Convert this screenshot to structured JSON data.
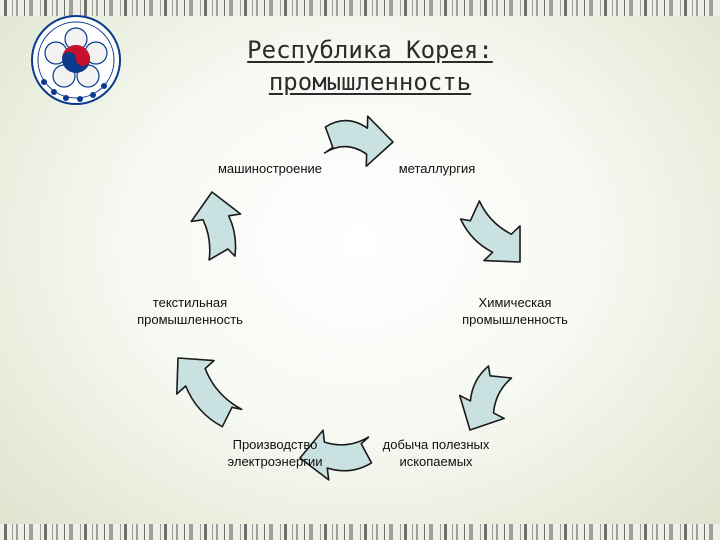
{
  "title": {
    "line1": "Республика Корея:",
    "line2": "промышленность"
  },
  "nodes": [
    {
      "id": "mashinostroenie",
      "label": "машиностроение"
    },
    {
      "id": "metallurgiya",
      "label": "металлургия"
    },
    {
      "id": "khimicheskaya",
      "label": "Химическая промышленность"
    },
    {
      "id": "dobycha",
      "label": "добыча полезных ископаемых"
    },
    {
      "id": "proizvodstvo",
      "label": "Производство электроэнергии"
    },
    {
      "id": "tekstilnaya",
      "label": "текстильная промышленность"
    }
  ],
  "colors": {
    "arrow_fill": "#c9e2e1",
    "arrow_stroke": "#1a1a1a",
    "emblem_red": "#c8102e",
    "emblem_blue": "#0a3a8c"
  },
  "icons": [
    "korea-emblem-icon"
  ]
}
